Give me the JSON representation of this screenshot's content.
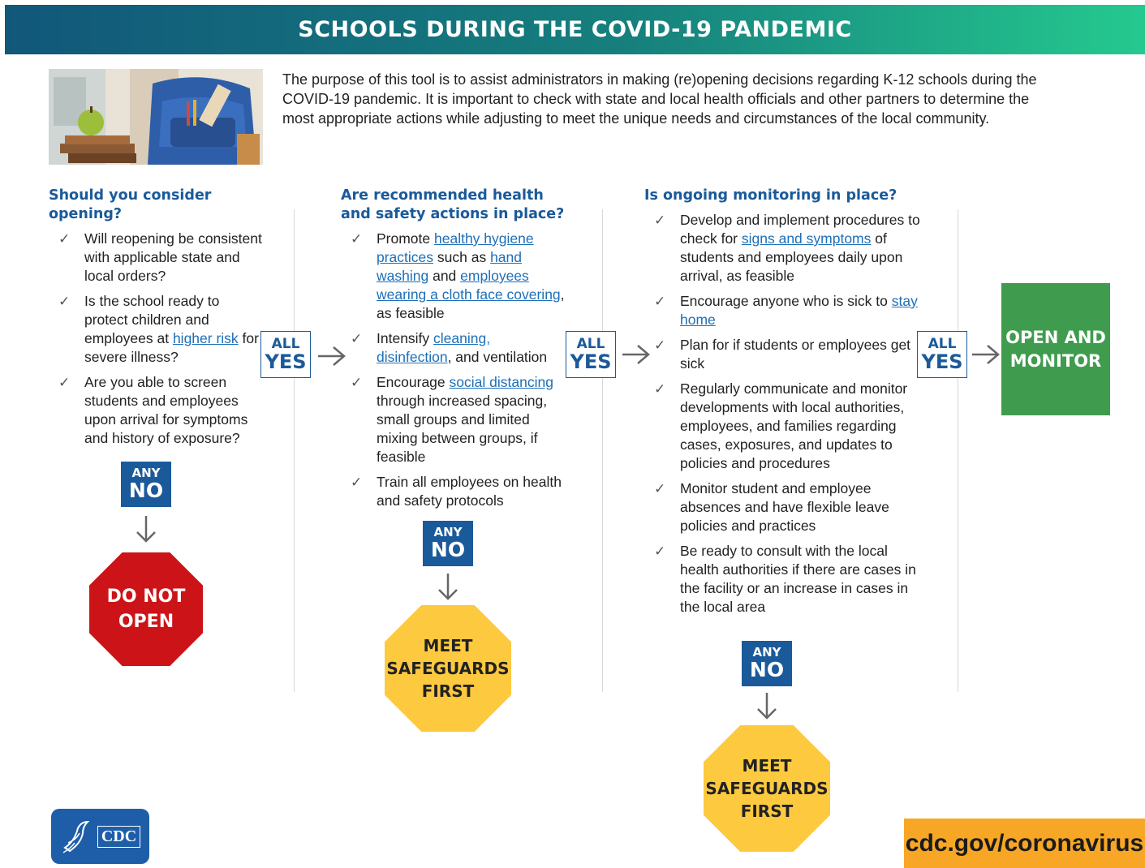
{
  "header": {
    "title": "SCHOOLS DURING THE COVID-19 PANDEMIC"
  },
  "intro": {
    "text": "The purpose of this tool is to assist administrators in making (re)opening decisions regarding K-12 schools during the COVID-19 pandemic. It is important to check with state and local health officials and other partners to determine the most appropriate actions while adjusting to meet the unique needs and circumstances of the local community."
  },
  "step1": {
    "question": "Should you consider opening?",
    "items": {
      "i1": "Will reopening be consistent with applicable state and local orders?",
      "i2a": "Is the school ready to protect children and employees at ",
      "i2link": "higher risk",
      "i2b": " for severe illness?",
      "i3": "Are you able to screen students and employees upon arrival for symptoms and history of exposure?"
    },
    "no_top": "ANY",
    "no_bottom": "NO",
    "outcome_line1": "DO NOT",
    "outcome_line2": "OPEN",
    "yes_top": "ALL",
    "yes_bottom": "YES"
  },
  "step2": {
    "question": "Are recommended health and safety actions in place?",
    "items": {
      "i1a": "Promote ",
      "i1l1": "healthy hygiene practices",
      "i1b": " such as ",
      "i1l2": "hand washing",
      "i1c": " and ",
      "i1l3": "employees wearing a cloth face covering",
      "i1d": ", as feasible",
      "i2a": "Intensify ",
      "i2l1": "cleaning, disinfection",
      "i2b": ", and ventilation",
      "i3a": "Encourage ",
      "i3l1": "social distancing",
      "i3b": " through increased spacing, small groups and limited mixing between groups, if feasible",
      "i4": "Train all employees on health and safety protocols"
    },
    "no_top": "ANY",
    "no_bottom": "NO",
    "outcome_line1": "MEET",
    "outcome_line2": "SAFEGUARDS",
    "outcome_line3": "FIRST",
    "yes_top": "ALL",
    "yes_bottom": "YES"
  },
  "step3": {
    "question": "Is ongoing monitoring in place?",
    "items": {
      "i1a": "Develop and implement procedures to check for ",
      "i1l1": "signs and symptoms",
      "i1b": " of students and employees daily upon arrival, as feasible",
      "i2a": "Encourage anyone who is sick to ",
      "i2l1": "stay home",
      "i3": "Plan for if students or employees get sick",
      "i4": "Regularly communicate  and monitor developments with local authorities, employees, and families regarding cases, exposures, and updates to policies and procedures",
      "i5": "Monitor student and employee absences and have flexible leave policies and practices",
      "i6": "Be ready to consult with the local health authorities if there are cases in the facility or an increase in cases in the local area"
    },
    "no_top": "ANY",
    "no_bottom": "NO",
    "outcome_line1": "MEET",
    "outcome_line2": "SAFEGUARDS",
    "outcome_line3": "FIRST",
    "yes_top": "ALL",
    "yes_bottom": "YES"
  },
  "final": {
    "line1": "OPEN AND",
    "line2": "MONITOR"
  },
  "footer": {
    "logo_text": "CDC",
    "url": "cdc.gov/coronavirus"
  },
  "check_glyph": "✓",
  "colors": {
    "blue": "#1a5a9a",
    "link": "#1d6fb8",
    "red": "#cc1418",
    "yellow": "#fdc93f",
    "green": "#3f9c4e",
    "orange": "#f7a625"
  },
  "icons": [
    "check-icon",
    "arrow-right-icon",
    "arrow-down-icon",
    "hhs-eagle-icon",
    "school-photo"
  ]
}
